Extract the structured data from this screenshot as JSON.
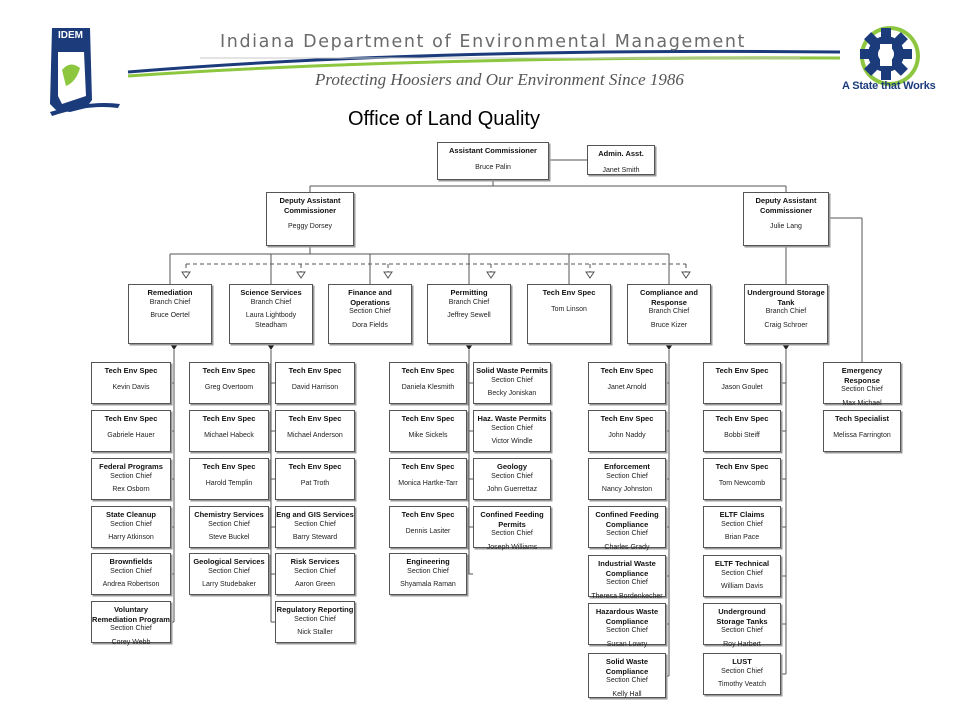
{
  "header": {
    "title": "Indiana Department of Environmental Management",
    "subtitle": "Protecting Hoosiers and Our Environment Since 1986",
    "idem_logo": "IDEM",
    "state_tagline": "A State that Works",
    "colors": {
      "navy": "#1b3b7b",
      "green": "#8dc63f",
      "gray": "#6b6b6b"
    },
    "icons": [
      "indiana-state-logo-icon",
      "gear-state-icon"
    ]
  },
  "page_title": "Office of Land Quality",
  "boxes": [
    {
      "id": "ac",
      "title": "Assistant Commissioner",
      "sub": "",
      "name": "Bruce Palin"
    },
    {
      "id": "aa",
      "title": "Admin. Asst.",
      "sub": "",
      "name": "Janet Smith"
    },
    {
      "id": "dac1",
      "title": "Deputy Assistant Commissioner",
      "sub": "",
      "name": "Peggy Dorsey"
    },
    {
      "id": "dac2",
      "title": "Deputy Assistant Commissioner",
      "sub": "",
      "name": "Julie Lang"
    },
    {
      "id": "rem",
      "title": "Remediation",
      "sub": "Branch Chief",
      "name": "Bruce Oertel"
    },
    {
      "id": "sci",
      "title": "Science Services",
      "sub": "Branch Chief",
      "name": "Laura Lightbody Steadham"
    },
    {
      "id": "fin",
      "title": "Finance and Operations",
      "sub": "Section Chief",
      "name": "Dora Fields"
    },
    {
      "id": "per",
      "title": "Permitting",
      "sub": "Branch Chief",
      "name": "Jeffrey Sewell"
    },
    {
      "id": "tes",
      "title": "Tech Env Spec",
      "sub": "",
      "name": "Tom Linson"
    },
    {
      "id": "com",
      "title": "Compliance and Response",
      "sub": "Branch Chief",
      "name": "Bruce Kizer"
    },
    {
      "id": "ust",
      "title": "Underground Storage Tank",
      "sub": "Branch Chief",
      "name": "Craig Schroer"
    },
    {
      "id": "r1",
      "title": "Tech Env Spec",
      "sub": "",
      "name": "Kevin Davis"
    },
    {
      "id": "r2",
      "title": "Tech Env Spec",
      "sub": "",
      "name": "Gabriele Hauer"
    },
    {
      "id": "r3",
      "title": "Federal Programs",
      "sub": "Section Chief",
      "name": "Rex Osborn"
    },
    {
      "id": "r4",
      "title": "State Cleanup",
      "sub": "Section Chief",
      "name": "Harry Atkinson"
    },
    {
      "id": "r5",
      "title": "Brownfields",
      "sub": "Section Chief",
      "name": "Andrea Robertson"
    },
    {
      "id": "r6",
      "title": "Voluntary Remediation Program",
      "sub": "Section Chief",
      "name": "Corey Webb"
    },
    {
      "id": "s1",
      "title": "Tech Env Spec",
      "sub": "",
      "name": "Greg Overtoom"
    },
    {
      "id": "s2",
      "title": "Tech Env Spec",
      "sub": "",
      "name": "Michael Habeck"
    },
    {
      "id": "s3",
      "title": "Tech Env Spec",
      "sub": "",
      "name": "Harold Templin"
    },
    {
      "id": "s4",
      "title": "Chemistry Services",
      "sub": "Section Chief",
      "name": "Steve Buckel"
    },
    {
      "id": "s5",
      "title": "Geological Services",
      "sub": "Section Chief",
      "name": "Larry Studebaker"
    },
    {
      "id": "t1",
      "title": "Tech Env Spec",
      "sub": "",
      "name": "David Harrison"
    },
    {
      "id": "t2",
      "title": "Tech Env Spec",
      "sub": "",
      "name": "Michael Anderson"
    },
    {
      "id": "t3",
      "title": "Tech Env Spec",
      "sub": "",
      "name": "Pat Troth"
    },
    {
      "id": "t4",
      "title": "Eng and GIS Services",
      "sub": "Section Chief",
      "name": "Barry Steward"
    },
    {
      "id": "t5",
      "title": "Risk Services",
      "sub": "Section Chief",
      "name": "Aaron Green"
    },
    {
      "id": "t6",
      "title": "Regulatory Reporting",
      "sub": "Section Chief",
      "name": "Nick Staller"
    },
    {
      "id": "p1",
      "title": "Tech Env Spec",
      "sub": "",
      "name": "Daniela Klesmith"
    },
    {
      "id": "p2",
      "title": "Tech Env Spec",
      "sub": "",
      "name": "Mike Sickels"
    },
    {
      "id": "p3",
      "title": "Tech Env Spec",
      "sub": "",
      "name": "Monica Hartke-Tarr"
    },
    {
      "id": "p4",
      "title": "Tech Env Spec",
      "sub": "",
      "name": "Dennis Lasiter"
    },
    {
      "id": "p5",
      "title": "Engineering",
      "sub": "Section Chief",
      "name": "Shyamala Raman"
    },
    {
      "id": "q1",
      "title": "Solid Waste Permits",
      "sub": "Section Chief",
      "name": "Becky Joniskan"
    },
    {
      "id": "q2",
      "title": "Haz. Waste Permits",
      "sub": "Section Chief",
      "name": "Victor Windle"
    },
    {
      "id": "q3",
      "title": "Geology",
      "sub": "Section Chief",
      "name": "John Guerrettaz"
    },
    {
      "id": "q4",
      "title": "Confined Feeding Permits",
      "sub": "Section Chief",
      "name": "Joseph Williams"
    },
    {
      "id": "c1",
      "title": "Tech Env Spec",
      "sub": "",
      "name": "Janet Arnold"
    },
    {
      "id": "c2",
      "title": "Tech Env Spec",
      "sub": "",
      "name": "John Naddy"
    },
    {
      "id": "c3",
      "title": "Enforcement",
      "sub": "Section Chief",
      "name": "Nancy Johnston"
    },
    {
      "id": "c4",
      "title": "Confined Feeding Compliance",
      "sub": "Section Chief",
      "name": "Charles Grady"
    },
    {
      "id": "c5",
      "title": "Industrial Waste Compliance",
      "sub": "Section Chief",
      "name": "Theresa Bordenkecher"
    },
    {
      "id": "c6",
      "title": "Hazardous Waste Compliance",
      "sub": "Section Chief",
      "name": "Susan Lowry"
    },
    {
      "id": "c7",
      "title": "Solid Waste Compliance",
      "sub": "Section Chief",
      "name": "Kelly Hall"
    },
    {
      "id": "u1",
      "title": "Tech Env Spec",
      "sub": "",
      "name": "Jason Goulet"
    },
    {
      "id": "u2",
      "title": "Tech Env Spec",
      "sub": "",
      "name": "Bobbi Steiff"
    },
    {
      "id": "u3",
      "title": "Tech Env Spec",
      "sub": "",
      "name": "Tom Newcomb"
    },
    {
      "id": "u4",
      "title": "ELTF Claims",
      "sub": "Section Chief",
      "name": "Brian Pace"
    },
    {
      "id": "u5",
      "title": "ELTF Technical",
      "sub": "Section Chief",
      "name": "William Davis"
    },
    {
      "id": "u6",
      "title": "Underground Storage Tanks",
      "sub": "Section Chief",
      "name": "Roy Harbert"
    },
    {
      "id": "u7",
      "title": "LUST",
      "sub": "Section Chief",
      "name": "Timothy Veatch"
    },
    {
      "id": "e1",
      "title": "Emergency Response",
      "sub": "Section Chief",
      "name": "Max Michael"
    },
    {
      "id": "e2",
      "title": "Tech Specialist",
      "sub": "",
      "name": "Melissa Farrington"
    }
  ]
}
